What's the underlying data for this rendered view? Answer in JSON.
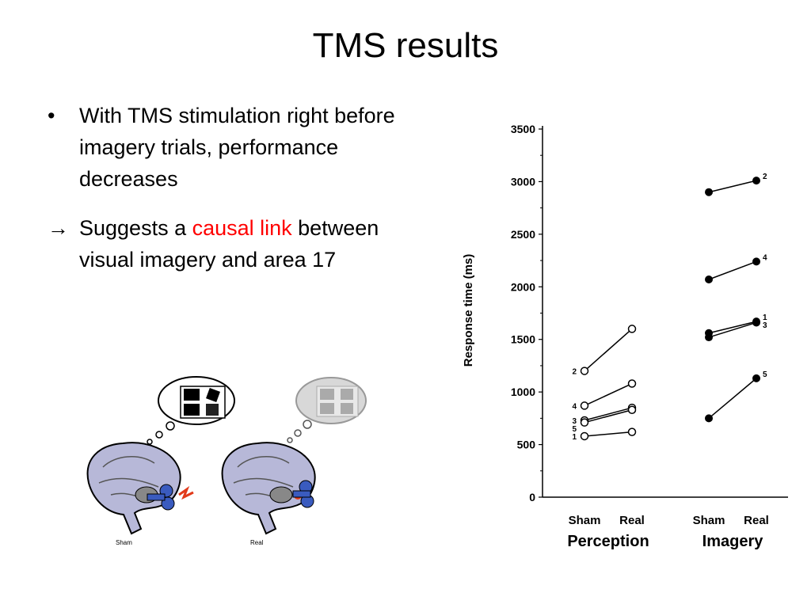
{
  "slide": {
    "title": "TMS results",
    "bullet1": "With TMS stimulation right before imagery trials, performance decreases",
    "bullet2_pre": "Suggests a ",
    "bullet2_highlight": "causal link",
    "bullet2_post": " between visual imagery and area 17",
    "arrow_icon": "right-arrow-icon",
    "highlight_color": "#ff0000"
  },
  "illustration": {
    "left_caption": "Sham",
    "right_caption": "Real"
  },
  "chart_data": {
    "type": "line",
    "ylabel": "Response time (ms)",
    "ylim": [
      0,
      3500
    ],
    "yticks": [
      0,
      500,
      1000,
      1500,
      2000,
      2500,
      3000,
      3500
    ],
    "categories": [
      "Sham",
      "Real",
      "Sham",
      "Real"
    ],
    "groups": [
      "Perception",
      "Imagery"
    ],
    "marker_style": {
      "Perception": "open",
      "Imagery": "filled"
    },
    "series": [
      {
        "name": "1",
        "perception": [
          580,
          620
        ],
        "imagery": [
          1560,
          1670
        ]
      },
      {
        "name": "2",
        "perception": [
          1200,
          1600
        ],
        "imagery": [
          2900,
          3010
        ]
      },
      {
        "name": "3",
        "perception": [
          730,
          850
        ],
        "imagery": [
          1520,
          1660
        ]
      },
      {
        "name": "4",
        "perception": [
          870,
          1080
        ],
        "imagery": [
          2070,
          2240
        ]
      },
      {
        "name": "5",
        "perception": [
          710,
          830
        ],
        "imagery": [
          750,
          1130
        ]
      }
    ],
    "perception_label_order": [
      "2",
      "4",
      "3",
      "5",
      "1"
    ],
    "imagery_label_order": [
      "2",
      "4",
      "1",
      "3",
      "5"
    ]
  }
}
